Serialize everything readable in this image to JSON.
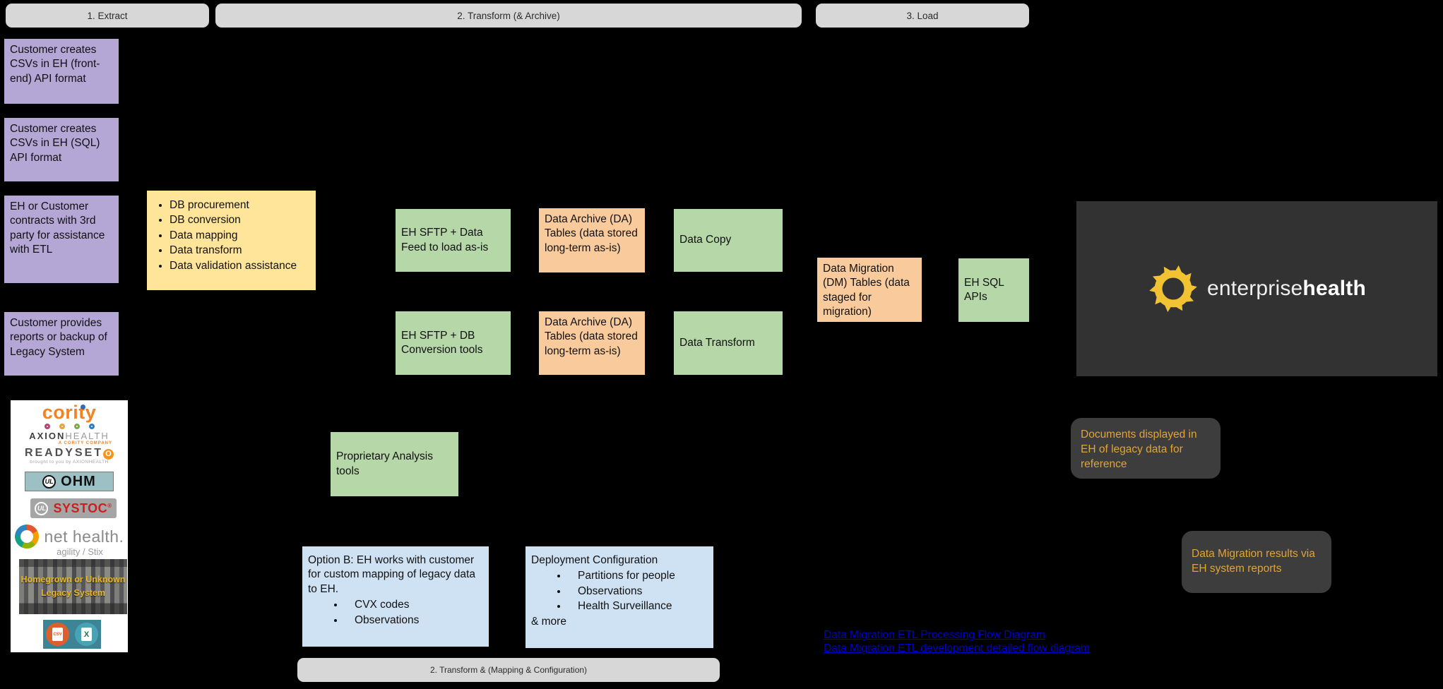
{
  "phases": {
    "top": [
      "1. Extract",
      "2. Transform (& Archive)",
      "3. Load"
    ],
    "bottom": "2. Transform & (Mapping & Configuration)"
  },
  "extract": {
    "steps": [
      "Customer creates CSVs in EH (front-end) API format",
      "Customer creates CSVs in EH (SQL) API format",
      "EH or Customer contracts with 3rd party for assistance with ETL",
      "Customer provides reports or backup of Legacy System"
    ],
    "third_party_bullets": [
      "DB procurement",
      "DB conversion",
      "Data mapping",
      "Data transform",
      "Data validation assistance"
    ]
  },
  "transform": {
    "sftp_feed": "EH SFTP + Data Feed to load as-is",
    "sftp_db": "EH SFTP + DB Conversion tools",
    "archive_tables": "Data Archive (DA) Tables (data stored long-term as-is)",
    "data_copy": "Data Copy",
    "data_transform": "Data Transform",
    "analysis_tools": "Proprietary Analysis tools",
    "option_b": {
      "title": "Option B: EH works with customer for custom mapping of legacy data to EH.",
      "bullets": [
        "CVX codes",
        "Observations"
      ]
    },
    "deployment": {
      "title": "Deployment Configuration",
      "bullets": [
        "Partitions for people",
        "Observations",
        "Health Surveillance"
      ],
      "footer": "& more"
    }
  },
  "load": {
    "dm_tables": "Data Migration (DM) Tables (data staged for migration)",
    "sql_apis": "EH SQL APIs"
  },
  "eh_brand": {
    "light": "enterprise",
    "bold": "health"
  },
  "notes": [
    "Documents displayed in EH of legacy data for reference",
    "Data Migration results via EH system reports"
  ],
  "links": [
    "Data Migration ETL Processing Flow Diagram",
    "Data Migration ETL development detailed flow diagram"
  ],
  "legacy_sources": {
    "cority": "cority",
    "axion_name": "AXION",
    "axion_suffix": "HEALTH",
    "axion_tagline": "A CORITY COMPANY",
    "readyset_name": "READYSET",
    "readyset_o": "O",
    "readyset_tagline": "brought to you by AXIONHEALTH",
    "ul": "UL",
    "ohm": "OHM",
    "systoc": "SYSTOC",
    "systoc_reg": "®",
    "nethealth": "net health.",
    "nethealth_sub": "agility / Stix",
    "legacy_caption": "Homegrown or Unknown Legacy System",
    "csv": "CSV",
    "excel_x": "X"
  },
  "colors": {
    "canvas_bg": "#000000",
    "phase_bar": "#d7d7d7",
    "purple": "#b4a7d6",
    "yellow": "#ffe599",
    "green": "#b6d7a8",
    "orange": "#f9cb9c",
    "blue": "#cfe2f3",
    "note_bg": "#3d3d3d",
    "note_text": "#e0a437",
    "eh_panel_bg": "#323232",
    "eh_gear_yellow": "#f1c232",
    "link_blue": "#0000cc"
  }
}
